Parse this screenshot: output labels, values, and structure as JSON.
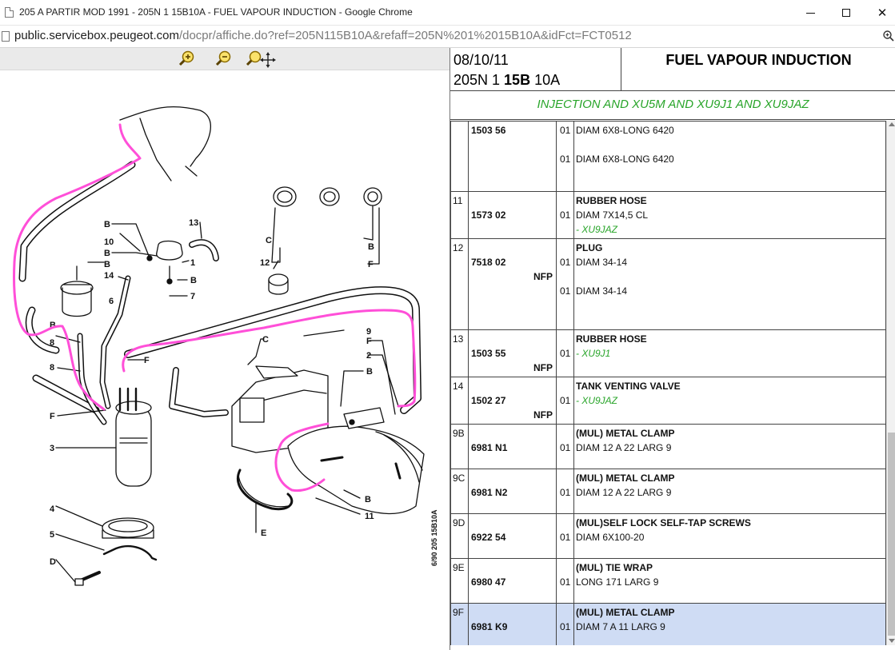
{
  "window": {
    "title": "205 A PARTIR MOD 1991 - 205N 1 15B10A - FUEL VAPOUR INDUCTION - Google Chrome"
  },
  "address": {
    "host": "public.servicebox.peugeot.com",
    "path": "/docpr/affiche.do?ref=205N115B10A&refaff=205N%201%2015B10A&idFct=FCT0512"
  },
  "toolbar": {
    "zoom_in_icon": "zoom-in-icon",
    "zoom_out_icon": "zoom-out-icon",
    "pan_zoom_icon": "pan-zoom-icon"
  },
  "diagram": {
    "callouts": [
      "13",
      "B",
      "B",
      "10",
      "B",
      "14",
      "6",
      "1",
      "B",
      "7",
      "12",
      "C",
      "B",
      "F",
      "9",
      "C",
      "F",
      "F",
      "2",
      "B",
      "8",
      "8",
      "F",
      "B",
      "3",
      "4",
      "5",
      "D",
      "E",
      "B",
      "11"
    ],
    "stamp": "6/90 205 15B10A",
    "highlight_color": "#ff4fd8"
  },
  "header": {
    "date": "08/10/11",
    "ref_prefix": "205N 1 ",
    "ref_bold": "15B",
    "ref_suffix": " 10A",
    "title": "FUEL VAPOUR INDUCTION",
    "subtitle": "INJECTION AND XU5M AND XU9J1 AND XU9JAZ"
  },
  "colors": {
    "green_text": "#29a52a",
    "selected_row": "#cfdcf4"
  },
  "parts": [
    {
      "no": "",
      "ref": "1503 56",
      "nfp": "",
      "lines": [
        {
          "qty": "01",
          "text": "DIAM 6X8-LONG 6420",
          "style": "normal"
        },
        {
          "qty": "",
          "text": "",
          "style": "spacer"
        },
        {
          "qty": "01",
          "text": "DIAM 6X8-LONG 6420",
          "style": "normal"
        }
      ],
      "selected": false
    },
    {
      "no": "11",
      "ref": "1573 02",
      "nfp": "",
      "lines": [
        {
          "qty": "",
          "text": "RUBBER HOSE",
          "style": "bold"
        },
        {
          "qty": "01",
          "text": "DIAM 7X14,5 CL",
          "style": "normal"
        },
        {
          "qty": "",
          "text": "- XU9JAZ",
          "style": "green"
        }
      ],
      "selected": false
    },
    {
      "no": "12",
      "ref": "7518 02",
      "nfp": "NFP",
      "lines": [
        {
          "qty": "",
          "text": "PLUG",
          "style": "bold"
        },
        {
          "qty": "01",
          "text": "DIAM 34-14",
          "style": "normal"
        },
        {
          "qty": "",
          "text": "",
          "style": "spacer"
        },
        {
          "qty": "01",
          "text": "DIAM 34-14",
          "style": "normal"
        }
      ],
      "selected": false
    },
    {
      "no": "13",
      "ref": "1503 55",
      "nfp": "NFP",
      "lines": [
        {
          "qty": "",
          "text": "RUBBER HOSE",
          "style": "bold"
        },
        {
          "qty": "01",
          "text": "- XU9J1",
          "style": "green"
        }
      ],
      "selected": false
    },
    {
      "no": "14",
      "ref": "1502 27",
      "nfp": "NFP",
      "lines": [
        {
          "qty": "",
          "text": "TANK VENTING VALVE",
          "style": "bold"
        },
        {
          "qty": "01",
          "text": "- XU9JAZ",
          "style": "green"
        }
      ],
      "selected": false
    },
    {
      "no": "9B",
      "ref": "6981 N1",
      "nfp": "",
      "lines": [
        {
          "qty": "",
          "text": "(MUL) METAL CLAMP",
          "style": "bold"
        },
        {
          "qty": "01",
          "text": "DIAM 12 A 22 LARG 9",
          "style": "normal"
        }
      ],
      "selected": false
    },
    {
      "no": "9C",
      "ref": "6981 N2",
      "nfp": "",
      "lines": [
        {
          "qty": "",
          "text": "(MUL) METAL CLAMP",
          "style": "bold"
        },
        {
          "qty": "01",
          "text": "DIAM 12 A 22 LARG 9",
          "style": "normal"
        }
      ],
      "selected": false
    },
    {
      "no": "9D",
      "ref": "6922 54",
      "nfp": "",
      "lines": [
        {
          "qty": "",
          "text": "(MUL)SELF LOCK SELF-TAP SCREWS",
          "style": "bold"
        },
        {
          "qty": "01",
          "text": "DIAM 6X100-20",
          "style": "normal"
        }
      ],
      "selected": false
    },
    {
      "no": "9E",
      "ref": "6980 47",
      "nfp": "",
      "lines": [
        {
          "qty": "",
          "text": "(MUL) TIE WRAP",
          "style": "bold"
        },
        {
          "qty": "01",
          "text": "LONG 171 LARG 9",
          "style": "normal"
        }
      ],
      "selected": false
    },
    {
      "no": "9F",
      "ref": "6981 K9",
      "nfp": "",
      "lines": [
        {
          "qty": "",
          "text": "(MUL) METAL CLAMP",
          "style": "bold"
        },
        {
          "qty": "01",
          "text": "DIAM 7 A 11 LARG 9",
          "style": "normal"
        }
      ],
      "selected": true
    }
  ]
}
